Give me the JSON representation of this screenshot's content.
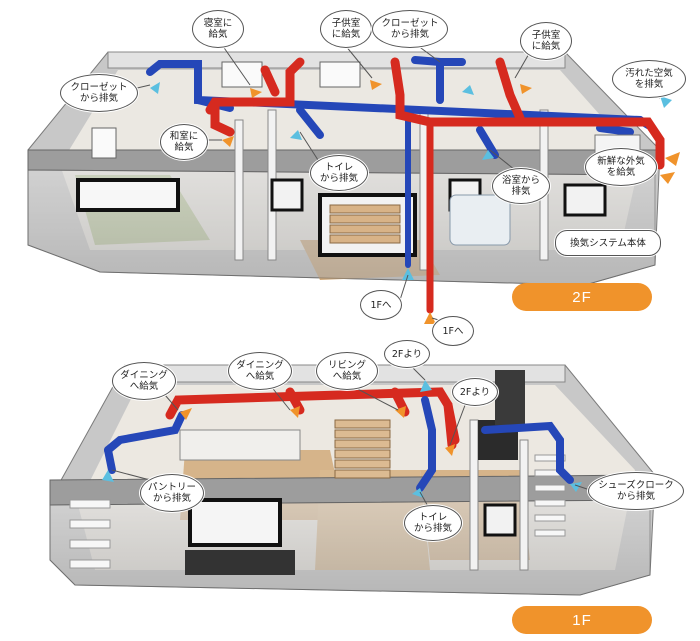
{
  "floors": {
    "upper": {
      "badge": "2F",
      "callouts": {
        "closet_left": "クローゼット\nから排気",
        "bedroom": "寝室に\n給気",
        "kids1": "子供室\nに給気",
        "closet_mid": "クローゼット\nから排気",
        "kids2": "子供室\nに給気",
        "dirty_air": "汚れた空気\nを排気",
        "washitsu": "和室に\n給気",
        "toilet": "トイレ\nから排気",
        "bath": "浴室から\n排気",
        "fresh_air": "新鮮な外気\nを給気",
        "unit": "換気システム本体",
        "to1f_a": "1Fへ",
        "to1f_b": "1Fへ"
      }
    },
    "lower": {
      "badge": "1F",
      "callouts": {
        "dining1": "ダイニング\nへ給気",
        "dining2": "ダイニング\nへ給気",
        "living": "リビング\nへ給気",
        "from2f_a": "2Fより",
        "from2f_b": "2Fより",
        "pantry": "パントリー\nから排気",
        "toilet": "トイレ\nから排気",
        "shoes": "シューズクローク\nから排気"
      }
    }
  },
  "colors": {
    "supply_duct": "#d62a1f",
    "exhaust_duct": "#2547b8",
    "badge": "#f0932b",
    "fresh_arrow": "#f0932b",
    "exhaust_arrow": "#5bbfe0"
  }
}
